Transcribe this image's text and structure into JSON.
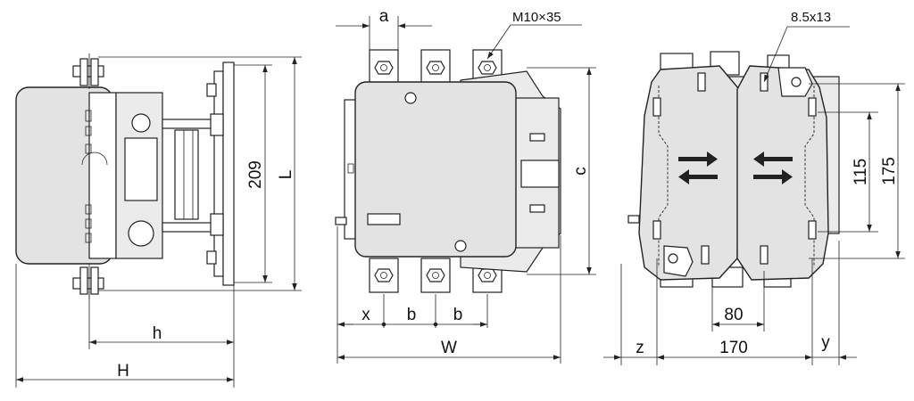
{
  "side_view": {
    "dim_209": "209",
    "dim_L": "L",
    "dim_h": "h",
    "dim_H": "H"
  },
  "front_view": {
    "dim_a": "a",
    "bolt_label": "M10×35",
    "dim_c": "c",
    "dim_x": "x",
    "dim_b1": "b",
    "dim_b2": "b",
    "dim_W": "W"
  },
  "base_view": {
    "slot_label": "8.5x13",
    "dim_115": "115",
    "dim_175": "175",
    "dim_80": "80",
    "dim_z": "z",
    "dim_170": "170",
    "dim_y": "y"
  }
}
